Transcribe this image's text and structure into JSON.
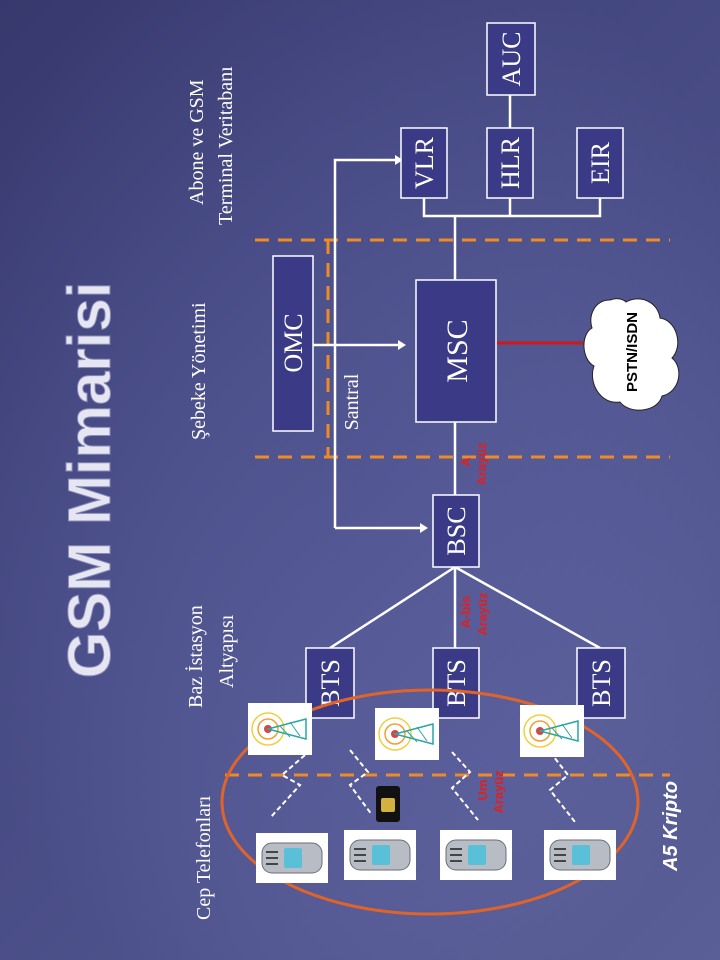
{
  "title": "GSM Mimarisi",
  "sections": {
    "cep": "Cep Telefonları",
    "baz_1": "Baz İstasyon",
    "baz_2": "Altyapısı",
    "sebeke": "Şebeke Yönetimi",
    "abone_1": "Abone ve GSM",
    "abone_2": "Terminal Veritabanı"
  },
  "nodes": {
    "bts": "BTS",
    "bsc": "BSC",
    "msc": "MSC",
    "omc": "OMC",
    "vlr": "VLR",
    "hlr": "HLR",
    "auc": "AUC",
    "eir": "EIR",
    "pstn": "PSTN/ISDN"
  },
  "labels": {
    "santral": "Santral",
    "a_line1": "A",
    "a_line2": "Arayüz",
    "abis_line1": "A-bis",
    "abis_line2": "Arayüz",
    "um_line1": "Um",
    "um_line2": "Arayüz",
    "kripto": "A5 Kripto"
  },
  "colors": {
    "node_fill": "#3a3a86",
    "dash": "#f08a24",
    "interface_text": "#e02020",
    "ellipse": "#e0642a"
  },
  "icons": [
    "antenna-tower-icon",
    "mobile-phone-icon",
    "sim-card-icon",
    "lightning-icon",
    "cloud-icon"
  ]
}
